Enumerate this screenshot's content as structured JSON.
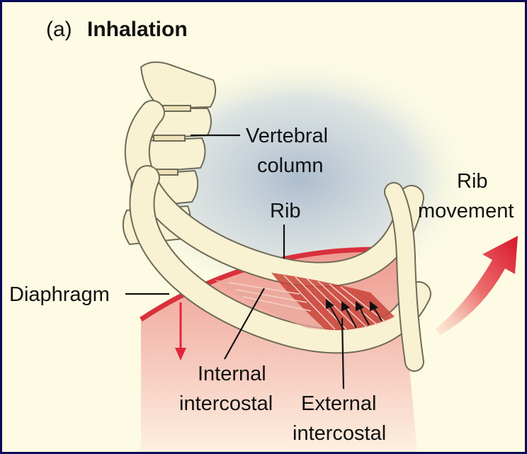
{
  "title": {
    "prefix": "(a)",
    "text": "Inhalation"
  },
  "labels": {
    "vertebral_column_line1": "Vertebral",
    "vertebral_column_line2": "column",
    "rib": "Rib",
    "rib_movement_line1": "Rib",
    "rib_movement_line2": "movement",
    "diaphragm": "Diaphragm",
    "internal_intercostal_line1": "Internal",
    "internal_intercostal_line2": "intercostal",
    "external_intercostal_line1": "External",
    "external_intercostal_line2": "intercostal"
  },
  "colors": {
    "border": "#0a0a5a",
    "background": "#fdfbe3",
    "bone": "#f8f1d2",
    "bone_outline": "#6f6a58",
    "diaphragm": "#d9303c",
    "muscle": "#c8443a",
    "arrow": "#e0263a",
    "shadow": "#c9d4e2"
  }
}
